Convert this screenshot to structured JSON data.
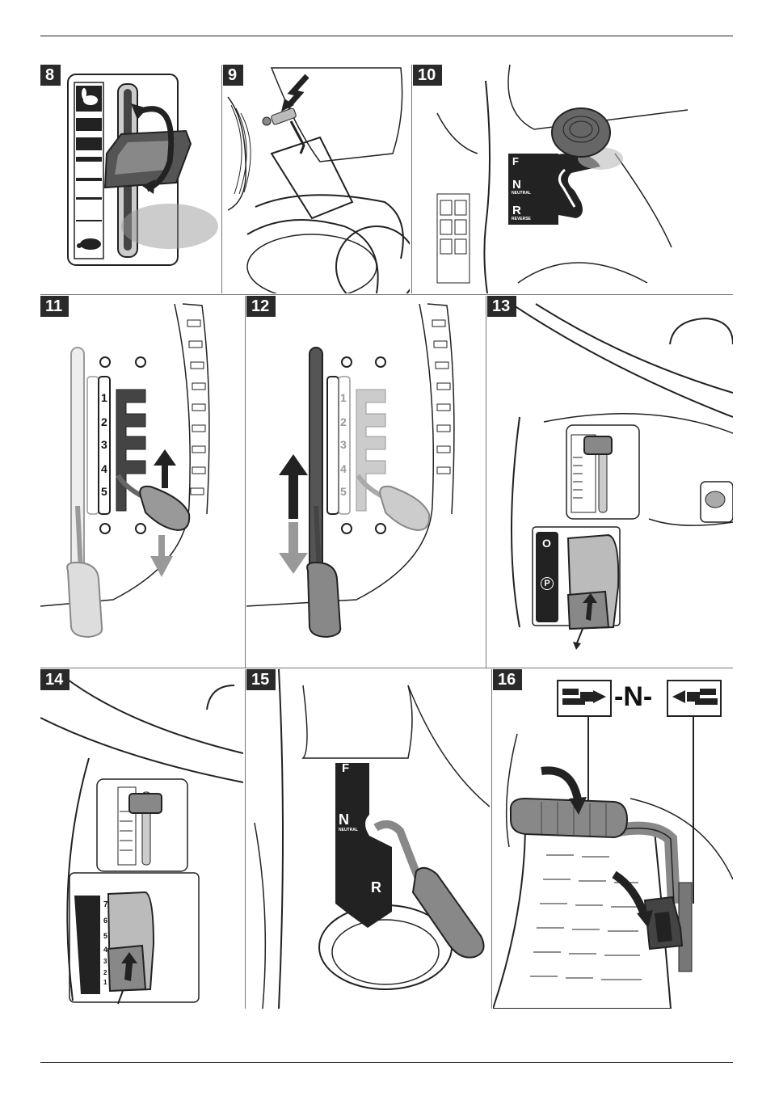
{
  "figures": [
    {
      "number": "8"
    },
    {
      "number": "9"
    },
    {
      "number": "10",
      "gate_labels": [
        "F",
        "N",
        "R"
      ],
      "gate_sublabels": [
        "NEUTRAL",
        "REVERSE"
      ]
    },
    {
      "number": "11",
      "gears": [
        "1",
        "2",
        "3",
        "4",
        "5"
      ]
    },
    {
      "number": "12",
      "gears": [
        "1",
        "2",
        "3",
        "4",
        "5"
      ]
    },
    {
      "number": "13",
      "marks": [
        "O",
        "P"
      ]
    },
    {
      "number": "14",
      "scale": [
        "7",
        "6",
        "5",
        "4",
        "3",
        "2",
        "1"
      ]
    },
    {
      "number": "15",
      "gate_labels": [
        "F",
        "N",
        "R"
      ],
      "gate_sublabels": [
        "NEUTRAL"
      ]
    },
    {
      "number": "16",
      "neutral_label": "-N-"
    }
  ]
}
